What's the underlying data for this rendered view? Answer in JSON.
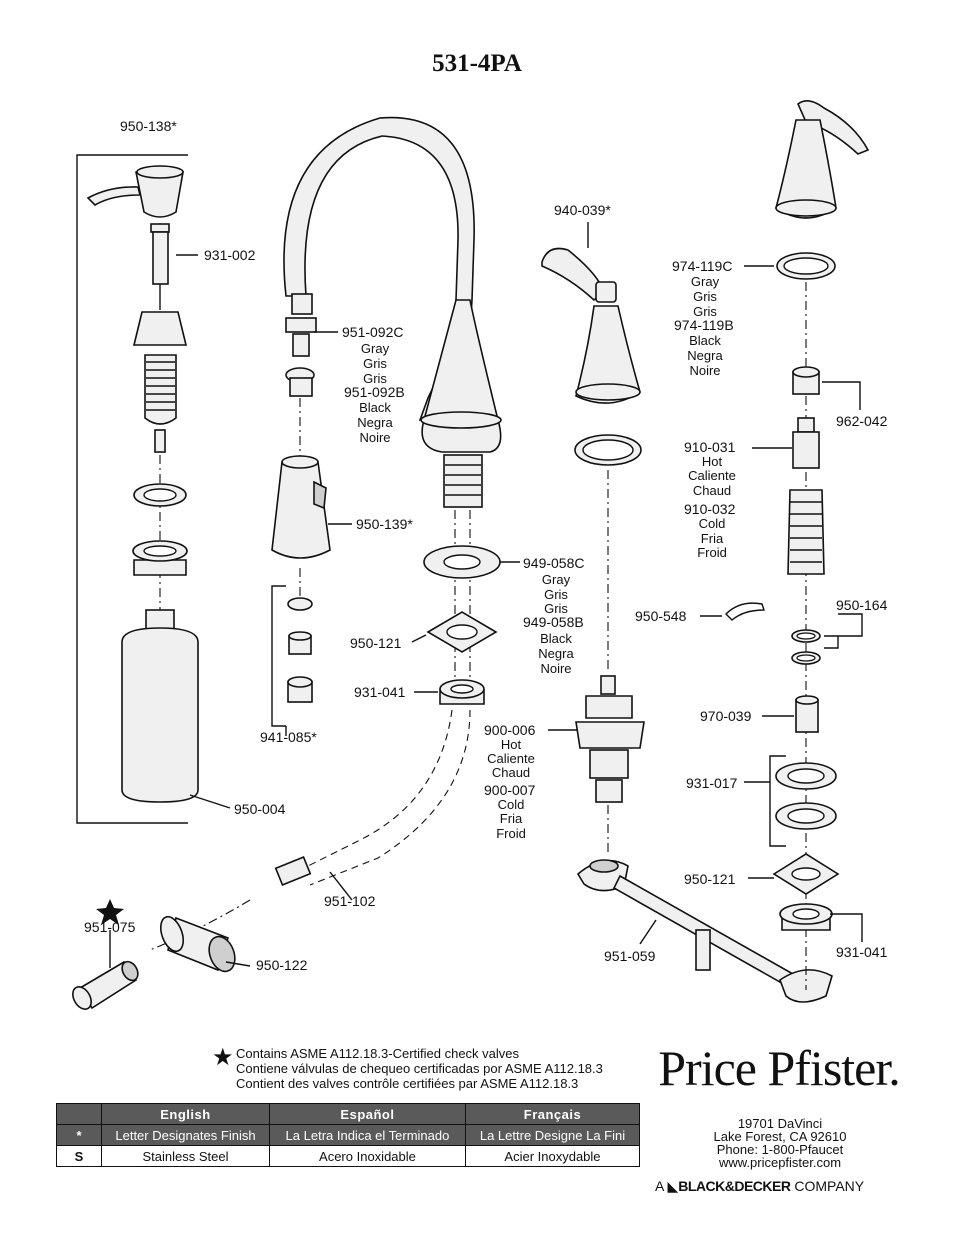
{
  "model": "531-4PA",
  "parts": {
    "p950_138": "950-138*",
    "p931_002": "931-002",
    "p950_004": "950-004",
    "p951_092c": "951-092C",
    "p951_092b": "951-092B",
    "p950_139": "950-139*",
    "p941_085": "941-085*",
    "p951_102": "951-102",
    "p951_075": "951-075",
    "p950_122": "950-122",
    "p949_058c": "949-058C",
    "p949_058b": "949-058B",
    "p950_121_left": "950-121",
    "p931_041_left": "931-041",
    "p940_039": "940-039*",
    "p900_006": "900-006",
    "p900_007": "900-007",
    "p951_059": "951-059",
    "p974_119c": "974-119C",
    "p974_119b": "974-119B",
    "p962_042": "962-042",
    "p910_031": "910-031",
    "p910_032": "910-032",
    "p950_548": "950-548",
    "p950_164": "950-164",
    "p970_039": "970-039",
    "p931_017": "931-017",
    "p950_121_right": "950-121",
    "p931_041_right": "931-041"
  },
  "words": {
    "gray": [
      "Gray",
      "Gris",
      "Gris"
    ],
    "black": [
      "Black",
      "Negra",
      "Noire"
    ],
    "hot": [
      "Hot",
      "Caliente",
      "Chaud"
    ],
    "cold": [
      "Cold",
      "Fria",
      "Froid"
    ]
  },
  "note": {
    "line1": "Contains ASME A112.18.3-Certified check valves",
    "line2": "Contiene válvulas de chequeo certificadas por ASME A112.18.3",
    "line3": "Contient des valves contrôle certifiées par ASME A112.18.3"
  },
  "finish_table": {
    "headers": [
      "",
      "English",
      "Español",
      "Français"
    ],
    "rows": [
      [
        "*",
        "Letter Designates Finish",
        "La Letra Indica el Terminado",
        "La Lettre Designe La Fini"
      ],
      [
        "S",
        "Stainless Steel",
        "Acero Inoxidable",
        "Acier Inoxydable"
      ]
    ]
  },
  "brand": {
    "logo": "Price Pfister.",
    "address": [
      "19701 DaVinci",
      "Lake Forest, CA 92610",
      "Phone: 1-800-Pfaucet",
      "www.pricepfister.com"
    ],
    "company_prefix": "A",
    "company_name": "BLACK&DECKER",
    "company_suffix": "COMPANY"
  }
}
